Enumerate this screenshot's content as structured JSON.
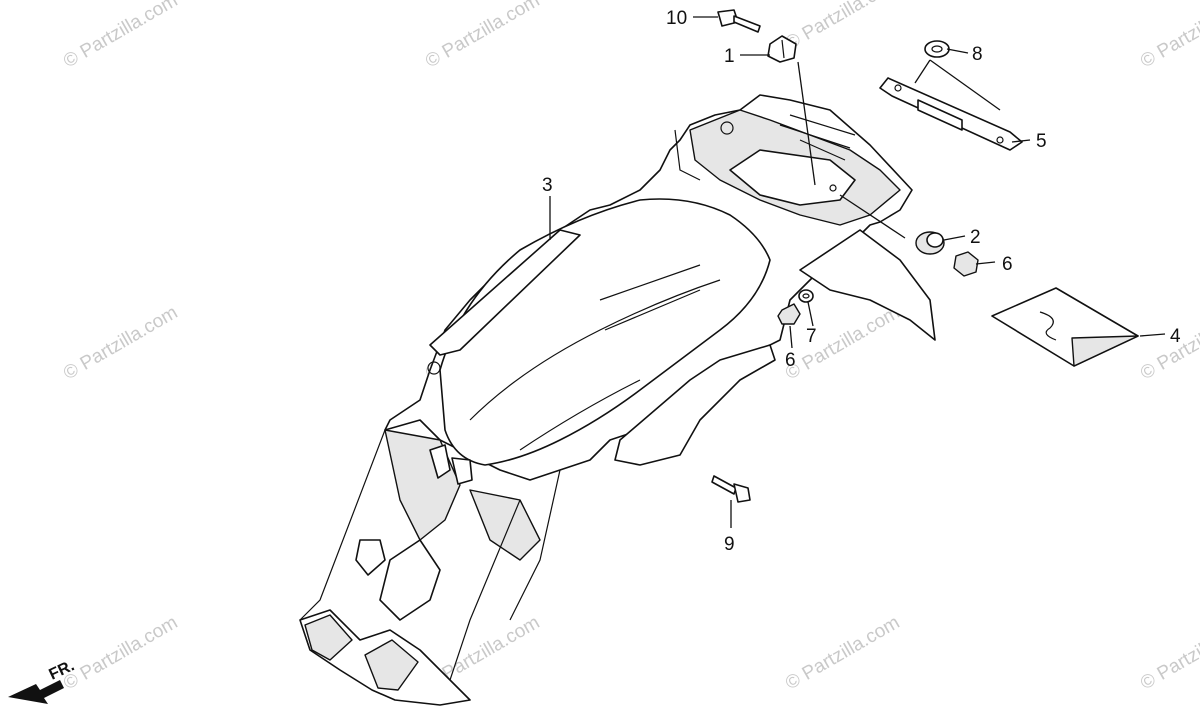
{
  "watermark": "© Partzilla.com",
  "direction_label": "FR.",
  "callouts": {
    "c1": "1",
    "c2": "2",
    "c3": "3",
    "c4": "4",
    "c5": "5",
    "c6a": "6",
    "c6b": "6",
    "c7": "7",
    "c8": "8",
    "c9": "9",
    "c10": "10"
  }
}
